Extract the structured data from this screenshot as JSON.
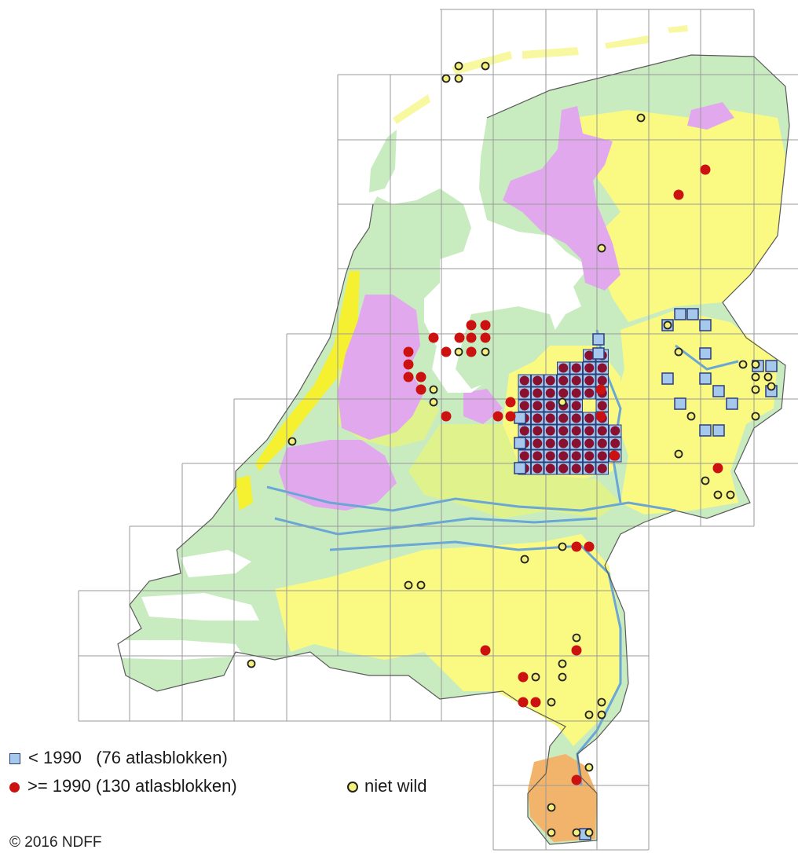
{
  "legend": {
    "before_1990": {
      "symbol": "square",
      "label": "< 1990",
      "count_text": "(76 atlasblokken)"
    },
    "after_1990": {
      "symbol": "dot",
      "label": ">= 1990",
      "count_text": "(130 atlasblokken)"
    },
    "not_wild": {
      "symbol": "ring",
      "label": "niet wild"
    }
  },
  "copyright": "© 2016 NDFF",
  "colors": {
    "green": "#c8ecc0",
    "yellow": "#fafa82",
    "lime": "#dff28c",
    "lilac": "#e2a8ee",
    "orange": "#f2b46a",
    "rivers": "#6aa6d6",
    "square_fill": "#a6c8ec",
    "square_border": "#2a3f7a",
    "dot": "#cc1111",
    "block_fill": "#8a1030",
    "ring_fill": "#f4f07a"
  }
}
